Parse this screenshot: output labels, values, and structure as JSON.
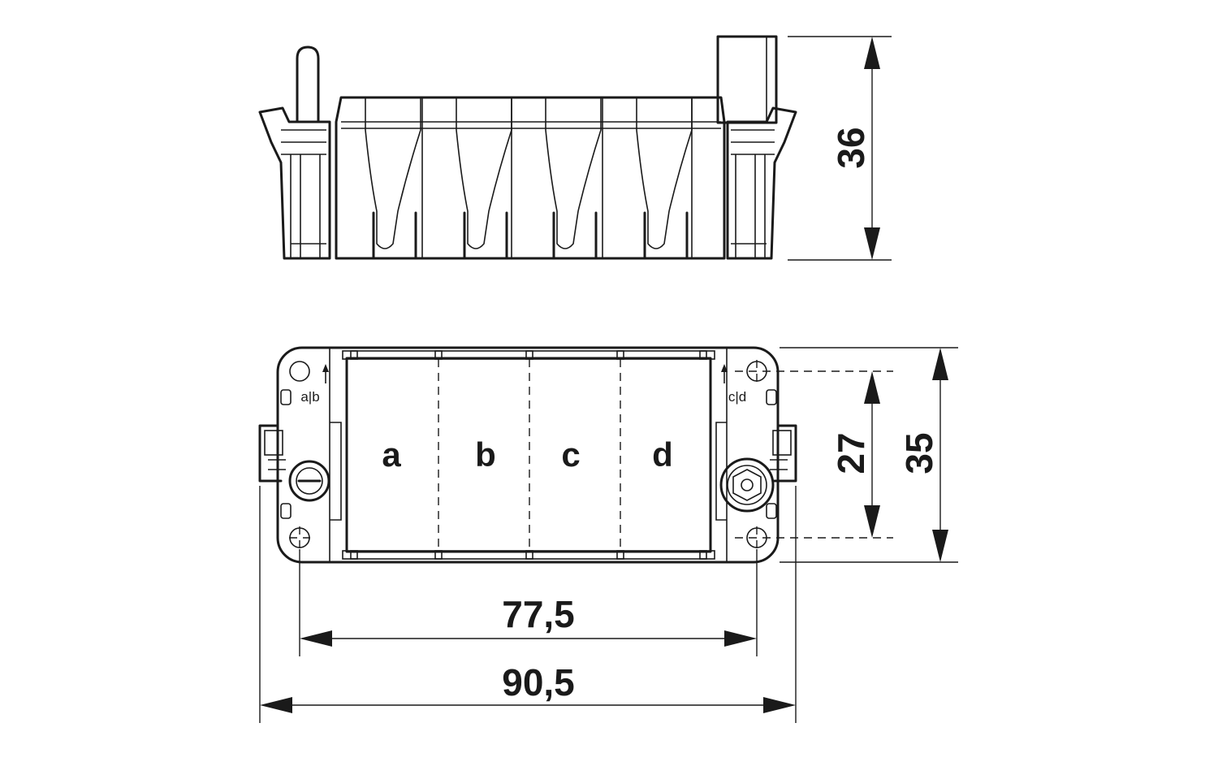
{
  "dimensions": {
    "height_side": "36",
    "inner_height": "27",
    "outer_height": "35",
    "inner_width": "77,5",
    "outer_width": "90,5"
  },
  "slots": [
    "a",
    "b",
    "c",
    "d"
  ],
  "markings": {
    "left": "a|b",
    "right": "c|d"
  }
}
